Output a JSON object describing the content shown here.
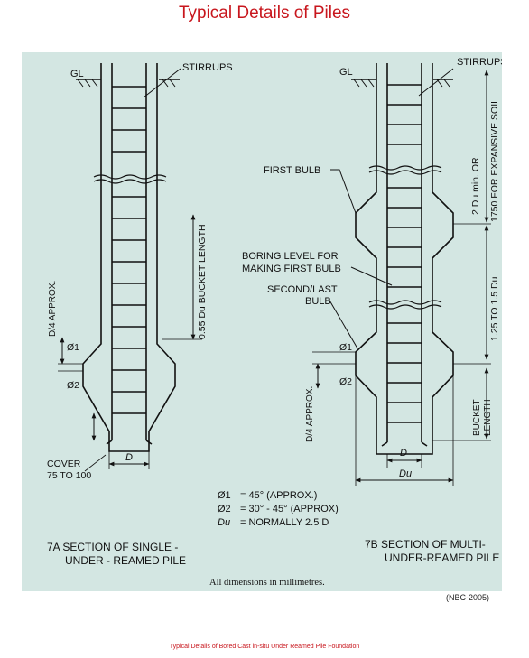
{
  "title": "Typical Details of Piles",
  "reference": "(NBC-2005)",
  "caption": "Typical Details of Bored Cast in-situ Under Reamed Pile Foundation",
  "colors": {
    "title": "#c8161d",
    "figure_bg": "#d3e6e2",
    "ink": "#111111"
  },
  "figure": {
    "left": {
      "gl": "GL",
      "stirrups": "STIRRUPS",
      "bucket_length": "0.55 Du BUCKET LENGTH",
      "d4_approx": "D/4 APPROX.",
      "phi1": "Ø1",
      "phi2": "Ø2",
      "cover_1": "COVER",
      "cover_2": "75 TO 100",
      "d": "D",
      "section_1": "7A  SECTION OF SINGLE -",
      "section_2": "UNDER - REAMED PILE"
    },
    "right": {
      "gl": "GL",
      "stirrups": "STIRRUPS",
      "first_bulb": "FIRST BULB",
      "boring_1": "BORING LEVEL FOR",
      "boring_2": "MAKING FIRST BULB",
      "second_1": "SECOND/LAST",
      "second_2": "BULB",
      "phi1": "Ø1",
      "phi2": "Ø2",
      "dim_top": "2 Du min. OR",
      "dim_top_2": "1750 FOR EXPANSIVE SOIL",
      "dim_mid": "1.25 TO 1.5 Du",
      "bucket": "BUCKET",
      "length": "LENGTH",
      "d4_approx": "D/4 APPROX.",
      "d": "D",
      "du": "Du",
      "section_1": "7B  SECTION OF MULTI-",
      "section_2": "UNDER-REAMED PILE"
    },
    "legend": {
      "line1_sym": "Ø1",
      "line1_val": "= 45° (APPROX.)",
      "line2_sym": "Ø2",
      "line2_val": "= 30° - 45° (APPROX)",
      "line3_sym": "Du",
      "line3_val": "= NORMALLY 2.5 D"
    },
    "dimensions_note": "All dimensions in millimetres."
  }
}
